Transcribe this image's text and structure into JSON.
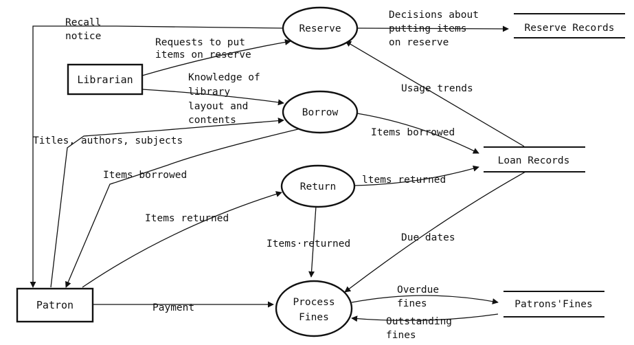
{
  "processes": [
    {
      "id": "reserve",
      "lines": [
        "Reserve"
      ]
    },
    {
      "id": "borrow",
      "lines": [
        "Borrow"
      ]
    },
    {
      "id": "return",
      "lines": [
        "Return"
      ]
    },
    {
      "id": "process_fines",
      "lines": [
        "Process",
        "Fines"
      ]
    }
  ],
  "entities": [
    {
      "id": "librarian",
      "label": "Librarian"
    },
    {
      "id": "patron",
      "label": "Patron"
    }
  ],
  "stores": [
    {
      "id": "reserve_records",
      "label": "Reserve Records"
    },
    {
      "id": "loan_records",
      "label": "Loan Records"
    },
    {
      "id": "patrons_fines",
      "label": "Patrons'Fines"
    }
  ],
  "flows": [
    {
      "id": "recall_notice",
      "lines": [
        "Recall",
        "notice"
      ]
    },
    {
      "id": "requests_reserve",
      "lines": [
        "Requests to put",
        "items on reserve"
      ]
    },
    {
      "id": "decisions_reserve",
      "lines": [
        "Decisions about",
        "putting items",
        "on reserve"
      ]
    },
    {
      "id": "knowledge_layout",
      "lines": [
        "Knowledge of",
        "library",
        "layout and",
        "contents"
      ]
    },
    {
      "id": "usage_trends",
      "lines": [
        "Usage trends"
      ]
    },
    {
      "id": "titles_authors",
      "lines": [
        "Titles, authors, subjects"
      ]
    },
    {
      "id": "items_borrowed_store",
      "lines": [
        "Items borrowed"
      ]
    },
    {
      "id": "items_borrowed_patron",
      "lines": [
        "Items borrowed"
      ]
    },
    {
      "id": "items_returned_store",
      "lines": [
        "ltems returned"
      ]
    },
    {
      "id": "items_returned_patron",
      "lines": [
        "Items returned"
      ]
    },
    {
      "id": "items_returned_fines",
      "lines": [
        "Items·returned"
      ]
    },
    {
      "id": "due_dates",
      "lines": [
        "Due dates"
      ]
    },
    {
      "id": "payment",
      "lines": [
        "Payment"
      ]
    },
    {
      "id": "overdue_fines",
      "lines": [
        "Overdue",
        "fines"
      ]
    },
    {
      "id": "outstanding_fines",
      "lines": [
        "Outstanding",
        "fines"
      ]
    }
  ]
}
